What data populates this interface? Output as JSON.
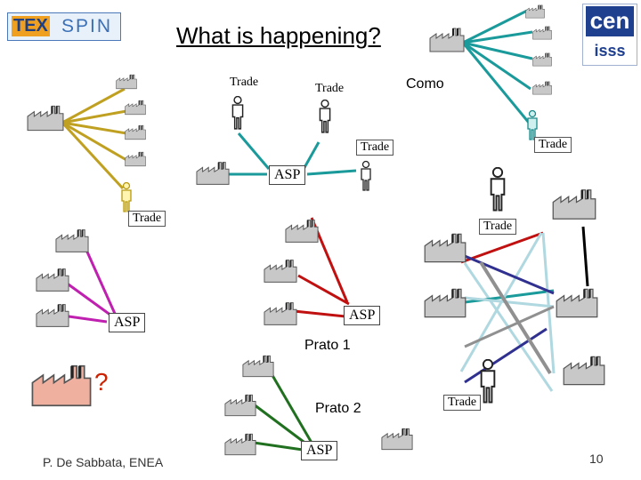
{
  "title": "What is happening?",
  "logos": {
    "texspin_left": "TEX",
    "texspin_right": "SPIN",
    "cen_top": "cen",
    "cen_bottom": "isss"
  },
  "labels": {
    "trade": "Trade",
    "asp": "ASP",
    "como": "Como",
    "prato1": "Prato 1",
    "prato2": "Prato 2",
    "question": "?"
  },
  "footer": {
    "author": "P. De Sabbata, ENEA",
    "page": "10"
  },
  "colors": {
    "olive": "#c0a020",
    "teal": "#1a9a9a",
    "magenta": "#c020b0",
    "red": "#c01010",
    "green": "#207020",
    "navy": "#303090",
    "gray": "#909090",
    "lightblue": "#b0d8e0",
    "black": "#000000",
    "factory_fill": "#c8c8c8",
    "factory_pink": "#f0b0a0",
    "question": "#cc2200"
  }
}
